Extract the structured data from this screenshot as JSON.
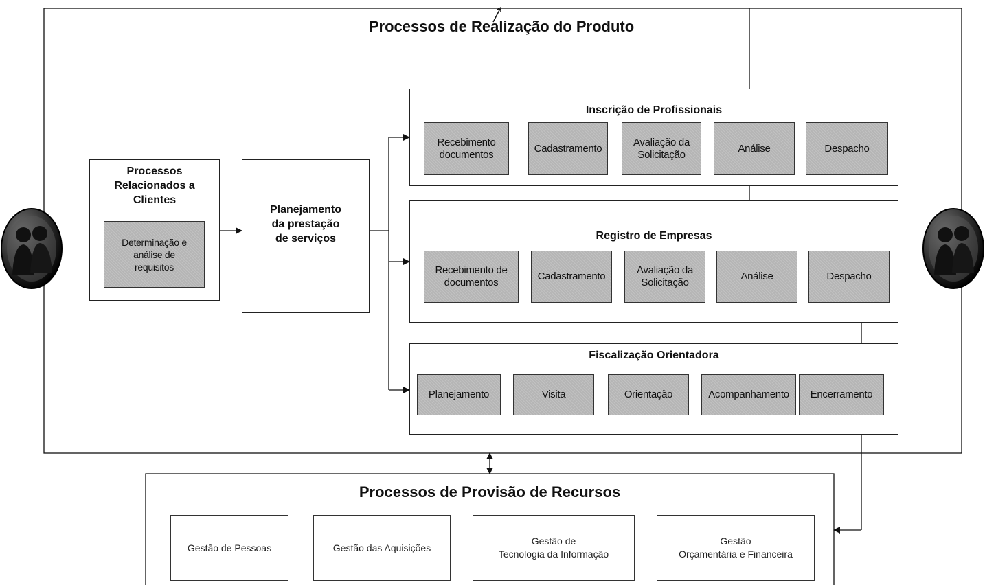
{
  "main_title": "Processos de Realização do Produto",
  "clientes": {
    "title": "Processos\nRelacionados a\nClientes",
    "item": "Determinação e\nanálise de\nrequisitos"
  },
  "planejamento": "Planejamento\nda prestação\nde serviços",
  "inscricao": {
    "title": "Inscrição de Profissionais",
    "items": [
      "Recebimento\ndocumentos",
      "Cadastramento",
      "Avaliação da\nSolicitação",
      "Análise",
      "Despacho"
    ]
  },
  "registro": {
    "title": "Registro de Empresas",
    "items": [
      "Recebimento de\ndocumentos",
      "Cadastramento",
      "Avaliação da\nSolicitação",
      "Análise",
      "Despacho"
    ]
  },
  "fiscalizacao": {
    "title": "Fiscalização Orientadora",
    "items": [
      "Planejamento",
      "Visita",
      "Orientação",
      "Acompanhamento",
      "Encerramento"
    ]
  },
  "provisao": {
    "title": "Processos de Provisão de Recursos",
    "items": [
      "Gestão de Pessoas",
      "Gestão das Aquisições",
      "Gestão de\nTecnologia da Informação",
      "Gestão\nOrçamentária e Financeira"
    ]
  },
  "icons": {
    "left": "customers-icon",
    "right": "customers-icon"
  }
}
